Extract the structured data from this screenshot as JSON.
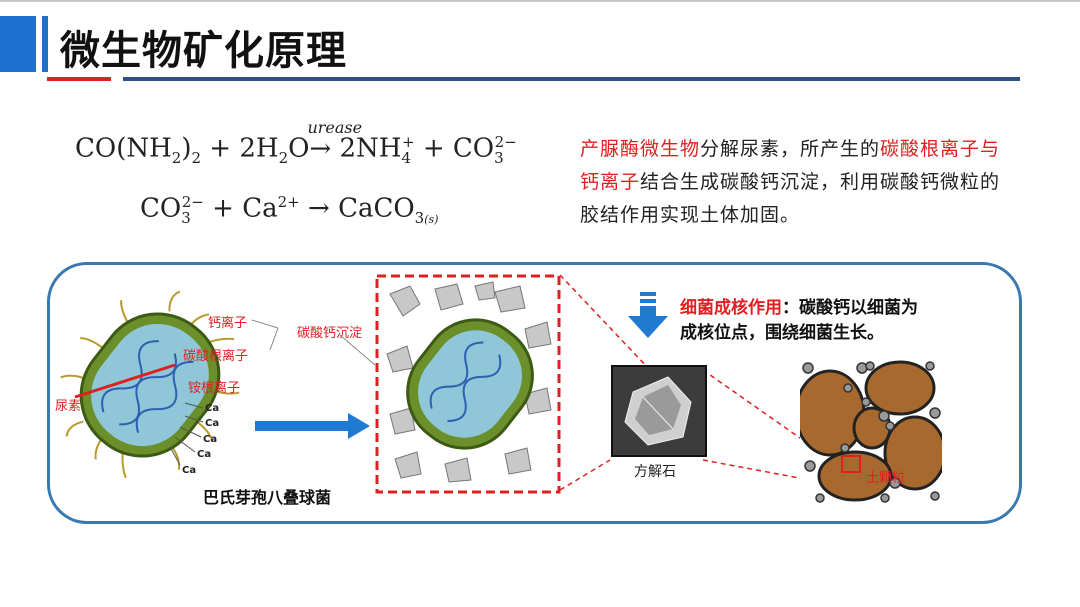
{
  "title": "微生物矿化原理",
  "equations": {
    "eq1": {
      "left": "CO(NH",
      "left_sub": "2",
      "left_close": ")",
      "left_sub2": "2",
      "plus1": " + 2H",
      "h2o_sub": "2",
      "o": "O",
      "enzyme": "urease",
      "arrow": "→",
      "nh": " 2NH",
      "nh_sub": "4",
      "nh_sup": "+",
      "plus2": " + CO",
      "co_sub": "3",
      "co_sup": "2−"
    },
    "eq2": {
      "co": "CO",
      "co_sub": "3",
      "co_sup": "2−",
      "plus": " + Ca",
      "ca_sup": "2+",
      "arrow": " → ",
      "caco": "CaCO",
      "caco_sub": "3",
      "state": "(s)"
    }
  },
  "description": {
    "p1_red": "产脲酶微生物",
    "p1_black": "分解尿素，所产生的",
    "p2_red": "碳酸根",
    "p3_red": "离子与钙离子",
    "p3_black": "结合生成碳酸钙沉淀，利用碳酸钙微粒的胶结作用实现土体加固。"
  },
  "diagram": {
    "labels": {
      "calcium_ion": "钙离子",
      "carbonate_ion": "碳酸根离子",
      "ammonium_ion": "铵根离子",
      "urea": "尿素",
      "calcium_carbonate_precip": "碳酸钙沉淀",
      "ca": "Ca"
    },
    "bacteria_caption": "巴氏芽孢八叠球菌",
    "nucleation_title": "细菌成核作用",
    "nucleation_text1": "：碳酸钙以细菌为",
    "nucleation_text2": "成核位点，围绕细菌生长。",
    "calcite_caption": "方解石",
    "soil_particle": "土颗粒"
  },
  "colors": {
    "accent_blue": "#1f6fd1",
    "accent_red": "#e02020",
    "panel_border": "#3a78b0",
    "soil": "#a8692e"
  }
}
